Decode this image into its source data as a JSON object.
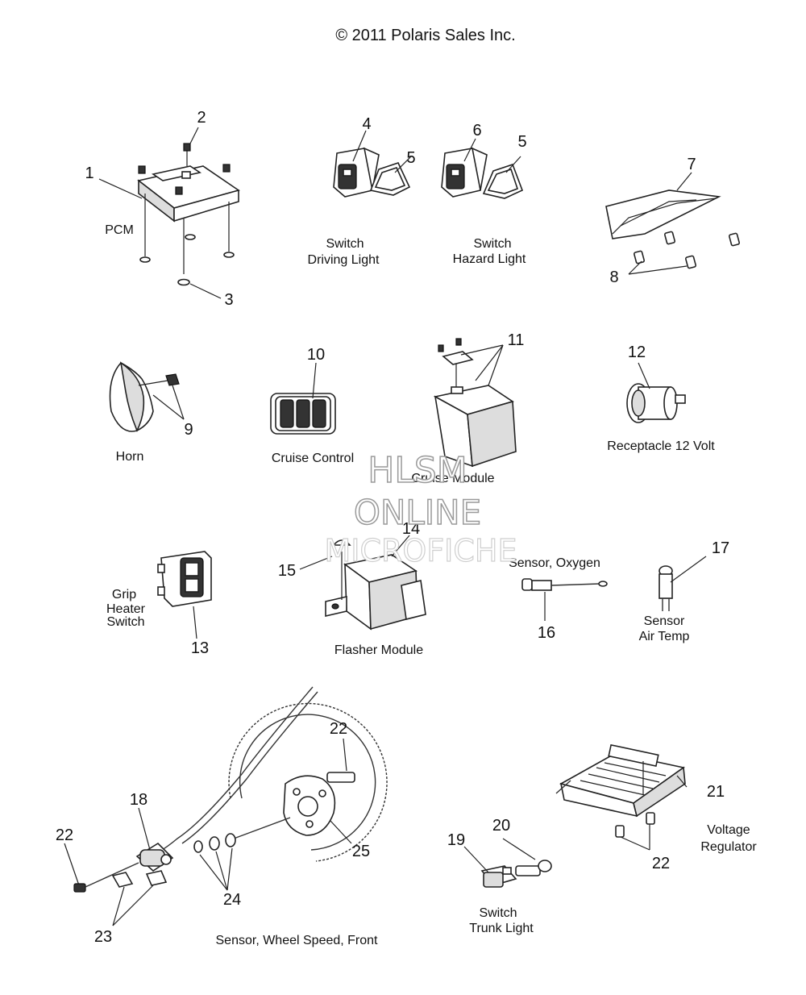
{
  "copyright": "© 2011 Polaris Sales Inc.",
  "watermark": {
    "line1": "HLSM",
    "line2": "ONLINE",
    "line3": "MICROFICHE"
  },
  "callouts": {
    "c1": "1",
    "c2": "2",
    "c3": "3",
    "c4": "4",
    "c5a": "5",
    "c5b": "5",
    "c6": "6",
    "c7": "7",
    "c8": "8",
    "c9": "9",
    "c10": "10",
    "c11": "11",
    "c12": "12",
    "c13": "13",
    "c14": "14",
    "c15": "15",
    "c16": "16",
    "c17": "17",
    "c18": "18",
    "c19": "19",
    "c20": "20",
    "c21": "21",
    "c22a": "22",
    "c22b": "22",
    "c22c": "22",
    "c23": "23",
    "c24": "24",
    "c25": "25"
  },
  "labels": {
    "pcm": "PCM",
    "switch_driving_1": "Switch",
    "switch_driving_2": "Driving Light",
    "switch_hazard_1": "Switch",
    "switch_hazard_2": "Hazard Light",
    "horn": "Horn",
    "cruise_control": "Cruise Control",
    "cruise_module": "Cruise Module",
    "receptacle": "Receptacle 12 Volt",
    "grip_1": "Grip",
    "grip_2": "Heater",
    "grip_3": "Switch",
    "flasher": "Flasher Module",
    "sensor_oxygen": "Sensor, Oxygen",
    "air_temp_1": "Sensor",
    "air_temp_2": "Air Temp",
    "wheel_speed": "Sensor, Wheel Speed, Front",
    "trunk_1": "Switch",
    "trunk_2": "Trunk Light",
    "voltage_1": "Voltage",
    "voltage_2": "Regulator"
  }
}
